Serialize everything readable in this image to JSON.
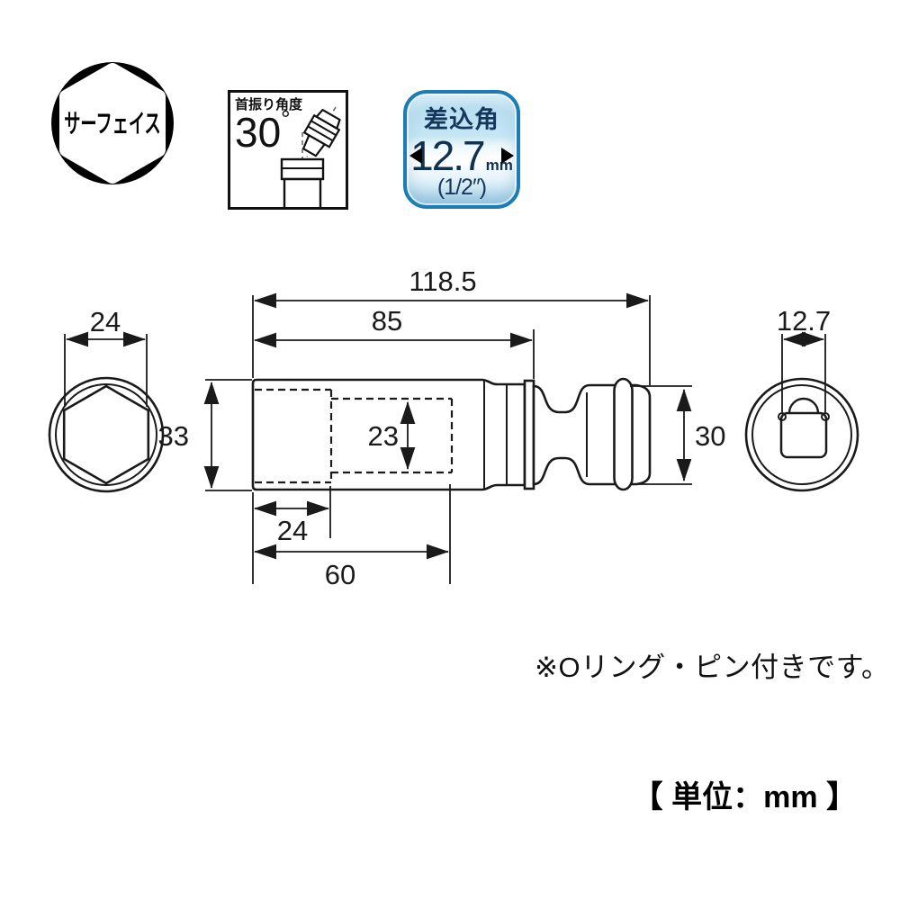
{
  "badges": {
    "surface": {
      "label": "サーフェイス"
    },
    "swivel": {
      "title": "首振り角度",
      "angle": "30",
      "degree": "°"
    },
    "drive": {
      "title": "差込角",
      "size": "12.7",
      "unit": "mm",
      "inch": "(1/2″)"
    }
  },
  "dimensions": {
    "overall_length": "118.5",
    "body_length": "85",
    "hex_width": "24",
    "outer_diameter": "33",
    "inner_bore": "23",
    "hex_depth": "24",
    "bore_depth": "60",
    "joint_diameter": "30",
    "drive_size": "12.7"
  },
  "notes": {
    "accessory": "※Oリング・ピン付きです。",
    "unit": "【 単位：mm 】"
  },
  "colors": {
    "line": "#1a1a1a",
    "badge_border_blue": "#1d7cb4",
    "badge_text_navy": "#14375c",
    "surface_badge_black": "#000000"
  }
}
